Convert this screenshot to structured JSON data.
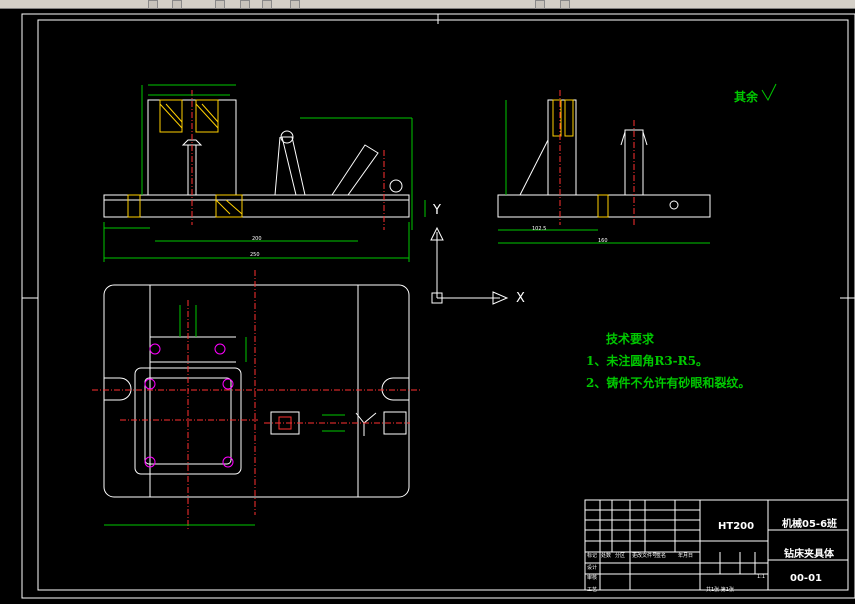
{
  "drawing": {
    "roughness_note": "其余",
    "tech_requirements": {
      "title": "技术要求",
      "items": [
        "1、未注圆角R3-R5。",
        "2、铸件不允许有砂眼和裂纹。"
      ]
    },
    "axis_labels": {
      "x": "X",
      "y": "Y"
    },
    "title_block": {
      "material": "HT200",
      "class_label": "机械05-6班",
      "drawing_name": "钻床夹具体",
      "drawing_no": "00-01",
      "scale": "1:1",
      "row_labels": [
        "设计",
        "审核",
        "工艺"
      ],
      "sheet_info": "共1张 第1张",
      "header_labels": [
        "标记",
        "处数",
        "分区",
        "更改文件号",
        "签名",
        "年月日"
      ]
    },
    "dims": {
      "overall_length": "250",
      "inner_length": "200",
      "side_length": "160",
      "side_inner": "102.5"
    }
  },
  "colors": {
    "background": "#000000",
    "object_line": "#ffffff",
    "dimension": "#00c800",
    "center_line": "#ff3030",
    "hatch": "#ffd000",
    "hidden": "#00c8ff",
    "highlight": "#ff00ff"
  }
}
